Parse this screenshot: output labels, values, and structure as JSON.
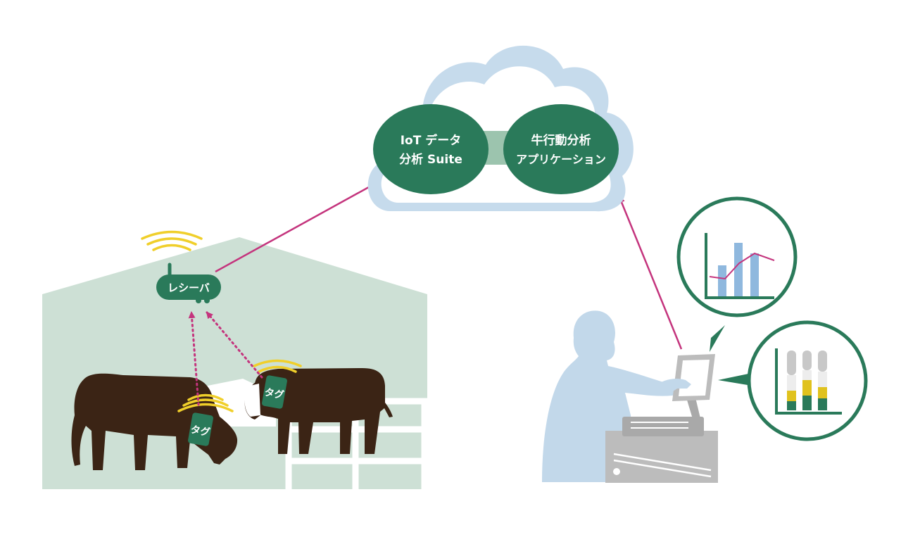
{
  "cloud": {
    "left_node": {
      "line1": "IoT データ",
      "line2": "分析 Suite"
    },
    "right_node": {
      "line1": "牛行動分析",
      "line2": "アプリケーション"
    }
  },
  "receiver": {
    "label": "レシーバ"
  },
  "tags": [
    {
      "label": "タグ"
    },
    {
      "label": "タグ"
    }
  ],
  "colors": {
    "accent_green": "#2a7a5a",
    "cloud_blue": "#c6dbec",
    "barn_mint": "#cde0d5",
    "arrow_magenta": "#c4347d",
    "signal_yellow": "#f0cf2a",
    "cow_brown": "#3b2415",
    "operator_blue": "#c2d8ea",
    "pos_gray": "#bcbcbc"
  }
}
